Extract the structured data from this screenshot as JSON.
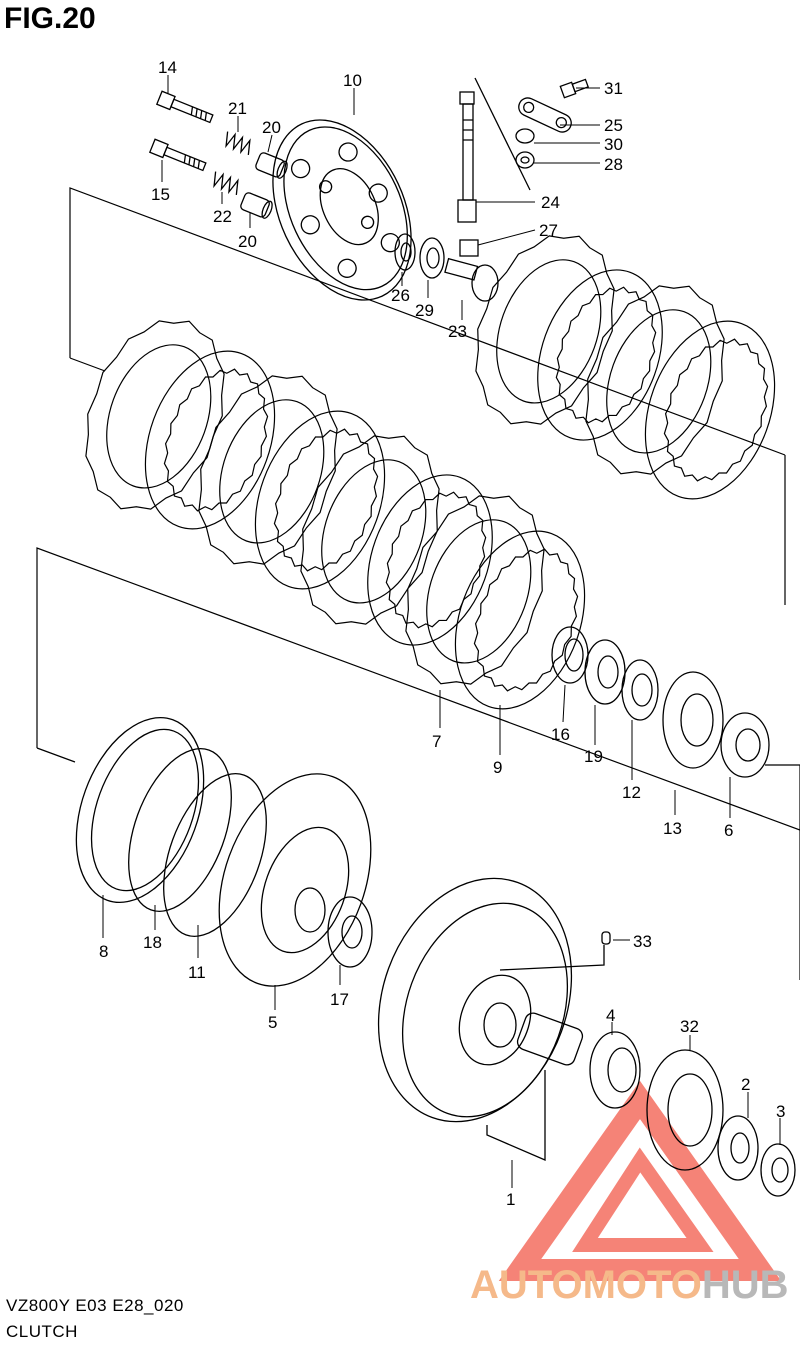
{
  "figure": {
    "title": "FIG.20",
    "model_code": "VZ800Y  E03  E28_020",
    "section_name": "CLUTCH"
  },
  "watermark": {
    "brand_part1": "AUTOMOTO",
    "brand_part2": "HUB",
    "colors": {
      "part1": "#f5b98a",
      "part2": "#b8b8b8",
      "triangle": "#f25a4a"
    }
  },
  "callouts": [
    "14",
    "21",
    "20",
    "10",
    "31",
    "25",
    "30",
    "28",
    "15",
    "22",
    "20",
    "24",
    "27",
    "26",
    "29",
    "23",
    "7",
    "9",
    "16",
    "19",
    "12",
    "13",
    "6",
    "8",
    "18",
    "11",
    "5",
    "17",
    "33",
    "4",
    "32",
    "2",
    "3",
    "1"
  ]
}
